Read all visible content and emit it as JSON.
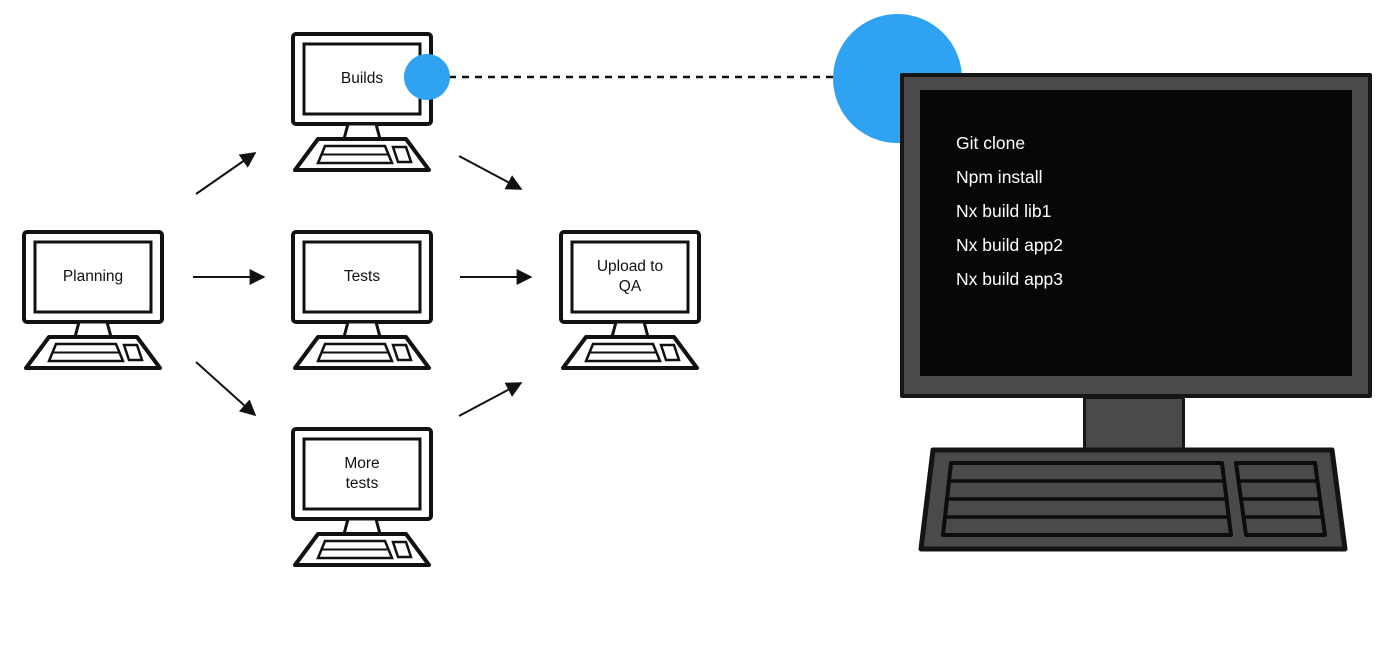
{
  "nodes": [
    {
      "id": "planning",
      "label": "Planning"
    },
    {
      "id": "builds",
      "label": "Builds"
    },
    {
      "id": "tests",
      "label": "Tests"
    },
    {
      "id": "more-tests",
      "label": "More\ntests"
    },
    {
      "id": "upload-qa",
      "label": "Upload to\nQA"
    }
  ],
  "terminal": {
    "lines": [
      "Git clone",
      "Npm install",
      "Nx build lib1",
      "Nx build app2",
      "Nx build app3"
    ]
  },
  "colors": {
    "accent_blue": "#30a2f2",
    "monitor_frame": "#4a4a4a",
    "screen_black": "#070707",
    "line_black": "#111111"
  }
}
